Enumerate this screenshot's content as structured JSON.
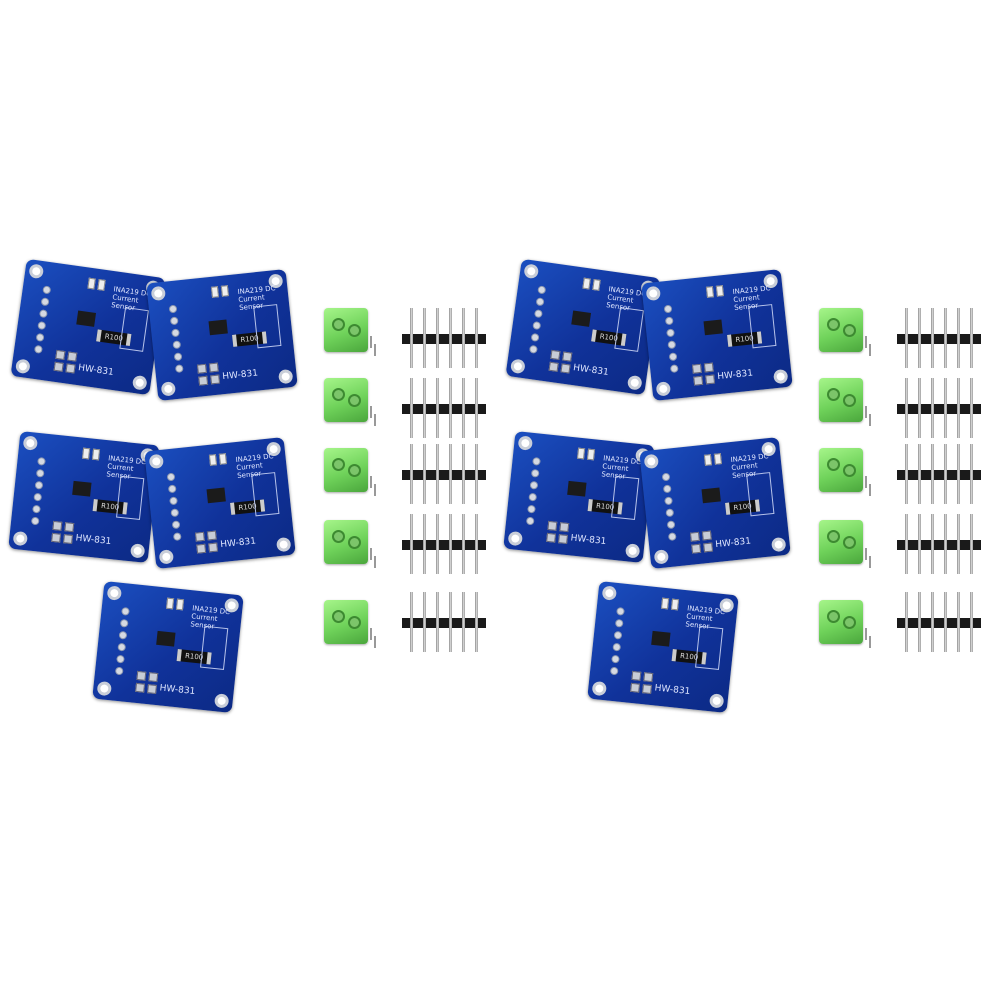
{
  "product": {
    "board_model": "HW-831",
    "chip_marking": "INA219 DC Current Sensor",
    "resistor_marking": "R100"
  }
}
